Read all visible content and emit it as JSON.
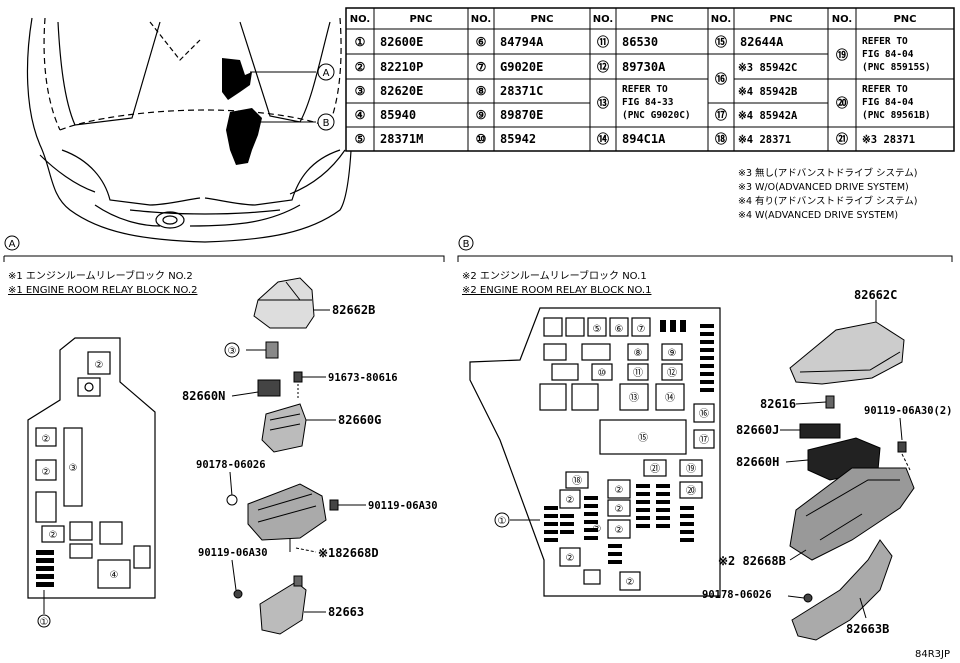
{
  "table": {
    "header_no": "NO.",
    "header_pnc": "PNC",
    "rows": [
      {
        "c1": "①",
        "p1": "82600E",
        "c2": "⑥",
        "p2": "84794A",
        "c3": "⑪",
        "p3": "86530",
        "c4": "⑮",
        "p4": "82644A"
      },
      {
        "c1": "②",
        "p1": "82210P",
        "c2": "⑦",
        "p2": "G9020E",
        "c3": "⑫",
        "p3": "89730A"
      },
      {
        "c1": "③",
        "p1": "82620E",
        "c2": "⑧",
        "p2": "28371C"
      },
      {
        "c1": "④",
        "p1": "85940",
        "c2": "⑨",
        "p2": "89870E",
        "c4": "⑰",
        "p4": "※4 85942A"
      },
      {
        "c1": "⑤",
        "p1": "28371M",
        "c2": "⑩",
        "p2": "85942",
        "c3": "⑭",
        "p3": "894C1A",
        "c4": "⑱",
        "p4": "※4 28371",
        "c5": "㉑",
        "p5": "※3 28371"
      }
    ],
    "c13": "⑬",
    "c13_lines": [
      "REFER TO",
      "FIG 84-33",
      "(PNC G9020C)"
    ],
    "c16": "⑯",
    "c16_a": "※3 85942C",
    "c16_b": "※4 85942B",
    "c19": "⑲",
    "c19_lines": [
      "REFER TO",
      "FIG 84-04",
      "(PNC 85915S)"
    ],
    "c20": "⑳",
    "c20_lines": [
      "REFER TO",
      "FIG 84-04",
      "(PNC 89561B)"
    ]
  },
  "notes": [
    "※3 無し(アドバンストドライブ システム)",
    "※3 W/O(ADVANCED DRIVE SYSTEM)",
    "※4 有り(アドバンストドライブ システム)",
    "※4 W(ADVANCED DRIVE SYSTEM)"
  ],
  "overview": {
    "callout_a": "A",
    "callout_b": "B"
  },
  "section_a": {
    "marker": "A",
    "title_jp": "※1 エンジンルームリレーブロック NO.2",
    "title_en": "※1 ENGINE ROOM RELAY BLOCK NO.2",
    "block_nums": [
      "②",
      "②",
      "②",
      "③",
      "②",
      "④",
      "①"
    ],
    "parts": [
      {
        "id": "a-82662B",
        "label": "82662B"
      },
      {
        "id": "a-3",
        "label": "③"
      },
      {
        "id": "a-91673",
        "label": "91673-80616"
      },
      {
        "id": "a-82660N",
        "label": "82660N"
      },
      {
        "id": "a-82660G",
        "label": "82660G"
      },
      {
        "id": "a-90178",
        "label": "90178-06026"
      },
      {
        "id": "a-90119a",
        "label": "90119-06A30"
      },
      {
        "id": "a-82668D",
        "label": "※182668D"
      },
      {
        "id": "a-90119b",
        "label": "90119-06A30"
      },
      {
        "id": "a-82663",
        "label": "82663"
      }
    ]
  },
  "section_b": {
    "marker": "B",
    "title_jp": "※2 エンジンルームリレーブロック NO.1",
    "title_en": "※2 ENGINE ROOM RELAY BLOCK NO.1",
    "block_nums": [
      "⑤",
      "⑥",
      "⑦",
      "⑧",
      "⑨",
      "⑩",
      "⑪",
      "⑫",
      "⑬",
      "⑭",
      "⑯",
      "⑮",
      "⑰",
      "㉑",
      "⑲",
      "⑱",
      "⑳",
      "②",
      "②",
      "②",
      "②",
      "②",
      "②",
      "②",
      "①"
    ],
    "parts": [
      {
        "id": "b-82662C",
        "label": "82662C"
      },
      {
        "id": "b-82616",
        "label": "82616"
      },
      {
        "id": "b-90119",
        "label": "90119-06A30(2)"
      },
      {
        "id": "b-82660J",
        "label": "82660J"
      },
      {
        "id": "b-82660H",
        "label": "82660H"
      },
      {
        "id": "b-82668B",
        "label": "※2 82668B"
      },
      {
        "id": "b-90178",
        "label": "90178-06026"
      },
      {
        "id": "b-82663B",
        "label": "82663B"
      }
    ]
  },
  "figure_code": "84R3JP"
}
